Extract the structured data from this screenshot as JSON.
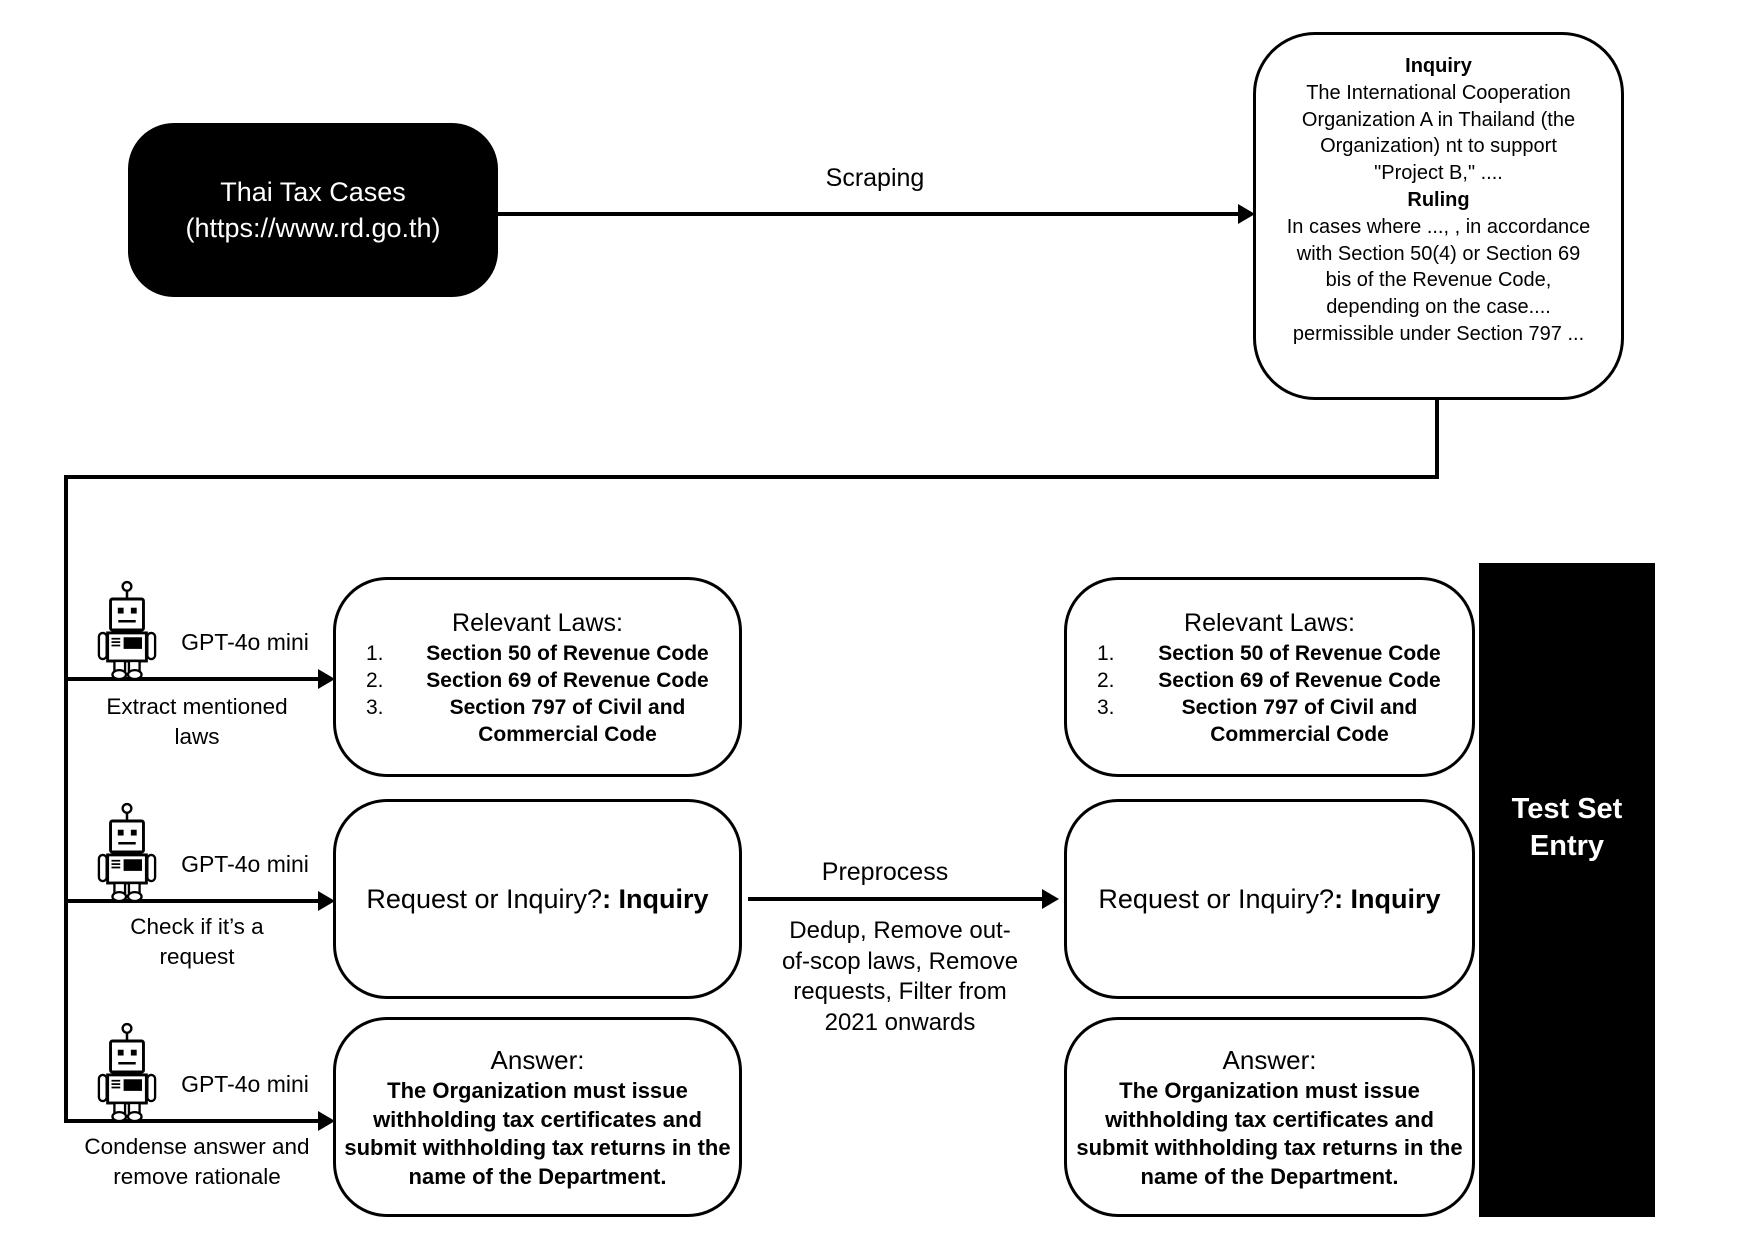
{
  "source": {
    "label": "Thai Tax Cases\n(https://www.rd.go.th)"
  },
  "arrows": {
    "scraping_label": "Scraping",
    "preprocess_label": "Preprocess",
    "preprocess_note": "Dedup, Remove out-\nof-scop laws, Remove\nrequests, Filter from\n2021 onwards"
  },
  "document": {
    "inquiry_title": "Inquiry",
    "inquiry_body": "The International Cooperation\nOrganization A in Thailand (the\nOrganization) nt to support\n\"Project B,\" ....",
    "ruling_title": "Ruling",
    "ruling_body": "In cases where ..., , in accordance\nwith Section 50(4) or Section 69\nbis of the Revenue Code,\ndepending on the case....\npermissible under Section 797 ..."
  },
  "agents": [
    {
      "model": "GPT-4o mini",
      "task": "Extract mentioned\nlaws"
    },
    {
      "model": "GPT-4o mini",
      "task": "Check if it’s a\nrequest"
    },
    {
      "model": "GPT-4o mini",
      "task": "Condense answer and\nremove rationale"
    }
  ],
  "middle_column": {
    "laws": {
      "title": "Relevant Laws:",
      "numbers": [
        "1.",
        "2.",
        "3."
      ],
      "items": [
        "Section 50 of Revenue Code",
        "Section 69 of Revenue Code",
        "Section 797 of Civil and\nCommercial Code"
      ]
    },
    "classification": {
      "question": "Request or Inquiry?",
      "answer": ": Inquiry"
    },
    "answer": {
      "title": "Answer:",
      "body": "The Organization must issue\nwithholding tax certificates and\nsubmit withholding tax returns in the\nname of the Department."
    }
  },
  "right_column": {
    "laws": {
      "title": "Relevant Laws:",
      "numbers": [
        "1.",
        "2.",
        "3."
      ],
      "items": [
        "Section 50 of Revenue Code",
        "Section 69 of Revenue Code",
        "Section 797 of Civil and\nCommercial Code"
      ]
    },
    "classification": {
      "question": "Request or Inquiry?",
      "answer": ": Inquiry"
    },
    "answer": {
      "title": "Answer:",
      "body": "The Organization must issue\nwithholding tax certificates and\nsubmit withholding tax returns in the\nname of the Department."
    }
  },
  "test_set": {
    "label": "Test Set\nEntry"
  },
  "colors": {
    "ink": "#000000",
    "paper": "#ffffff"
  }
}
